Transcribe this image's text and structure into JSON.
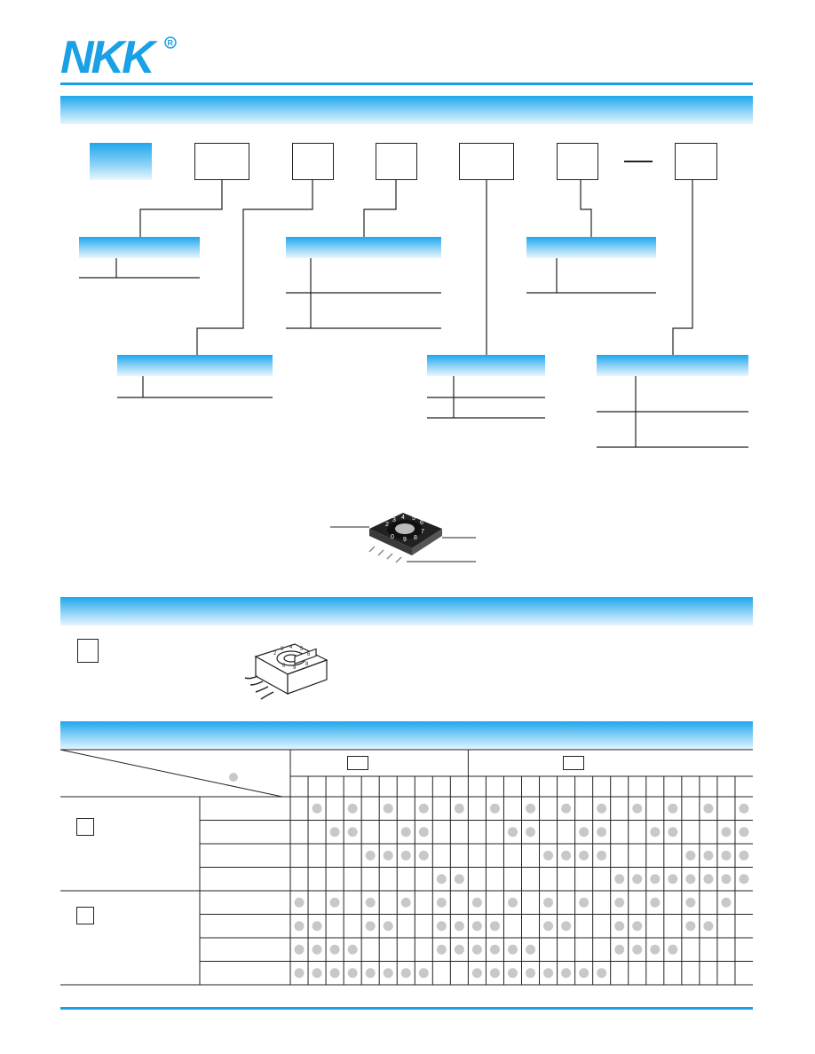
{
  "brand": {
    "name": "NKK",
    "registered": "®"
  },
  "colors": {
    "accent": "#1aa0e6",
    "dot": "#c8c8c8",
    "line": "#222222"
  },
  "truth_table": {
    "rows": [
      [
        0,
        1,
        0,
        1,
        0,
        1,
        0,
        1,
        0,
        1,
        0,
        1,
        0,
        1,
        0,
        1,
        0,
        1,
        0,
        1,
        0,
        1,
        0,
        1,
        0,
        1
      ],
      [
        0,
        0,
        1,
        1,
        0,
        0,
        1,
        1,
        0,
        0,
        0,
        0,
        1,
        1,
        0,
        0,
        1,
        1,
        0,
        0,
        1,
        1,
        0,
        0,
        1,
        1
      ],
      [
        0,
        0,
        0,
        0,
        1,
        1,
        1,
        1,
        0,
        0,
        0,
        0,
        0,
        0,
        1,
        1,
        1,
        1,
        0,
        0,
        0,
        0,
        1,
        1,
        1,
        1
      ],
      [
        0,
        0,
        0,
        0,
        0,
        0,
        0,
        0,
        1,
        1,
        0,
        0,
        0,
        0,
        0,
        0,
        0,
        0,
        1,
        1,
        1,
        1,
        1,
        1,
        1,
        1
      ],
      [
        1,
        0,
        1,
        0,
        1,
        0,
        1,
        0,
        1,
        0,
        1,
        0,
        1,
        0,
        1,
        0,
        1,
        0,
        1,
        0,
        1,
        0,
        1,
        0,
        1,
        0
      ],
      [
        1,
        1,
        0,
        0,
        1,
        1,
        0,
        0,
        1,
        1,
        1,
        1,
        0,
        0,
        1,
        1,
        0,
        0,
        1,
        1,
        0,
        0,
        1,
        1,
        0,
        0
      ],
      [
        1,
        1,
        1,
        1,
        0,
        0,
        0,
        0,
        1,
        1,
        1,
        1,
        1,
        1,
        0,
        0,
        0,
        0,
        1,
        1,
        1,
        1,
        0,
        0,
        0,
        0
      ],
      [
        1,
        1,
        1,
        1,
        1,
        1,
        1,
        1,
        0,
        0,
        1,
        1,
        1,
        1,
        1,
        1,
        1,
        1,
        0,
        0,
        0,
        0,
        0,
        0,
        0,
        0
      ]
    ]
  }
}
